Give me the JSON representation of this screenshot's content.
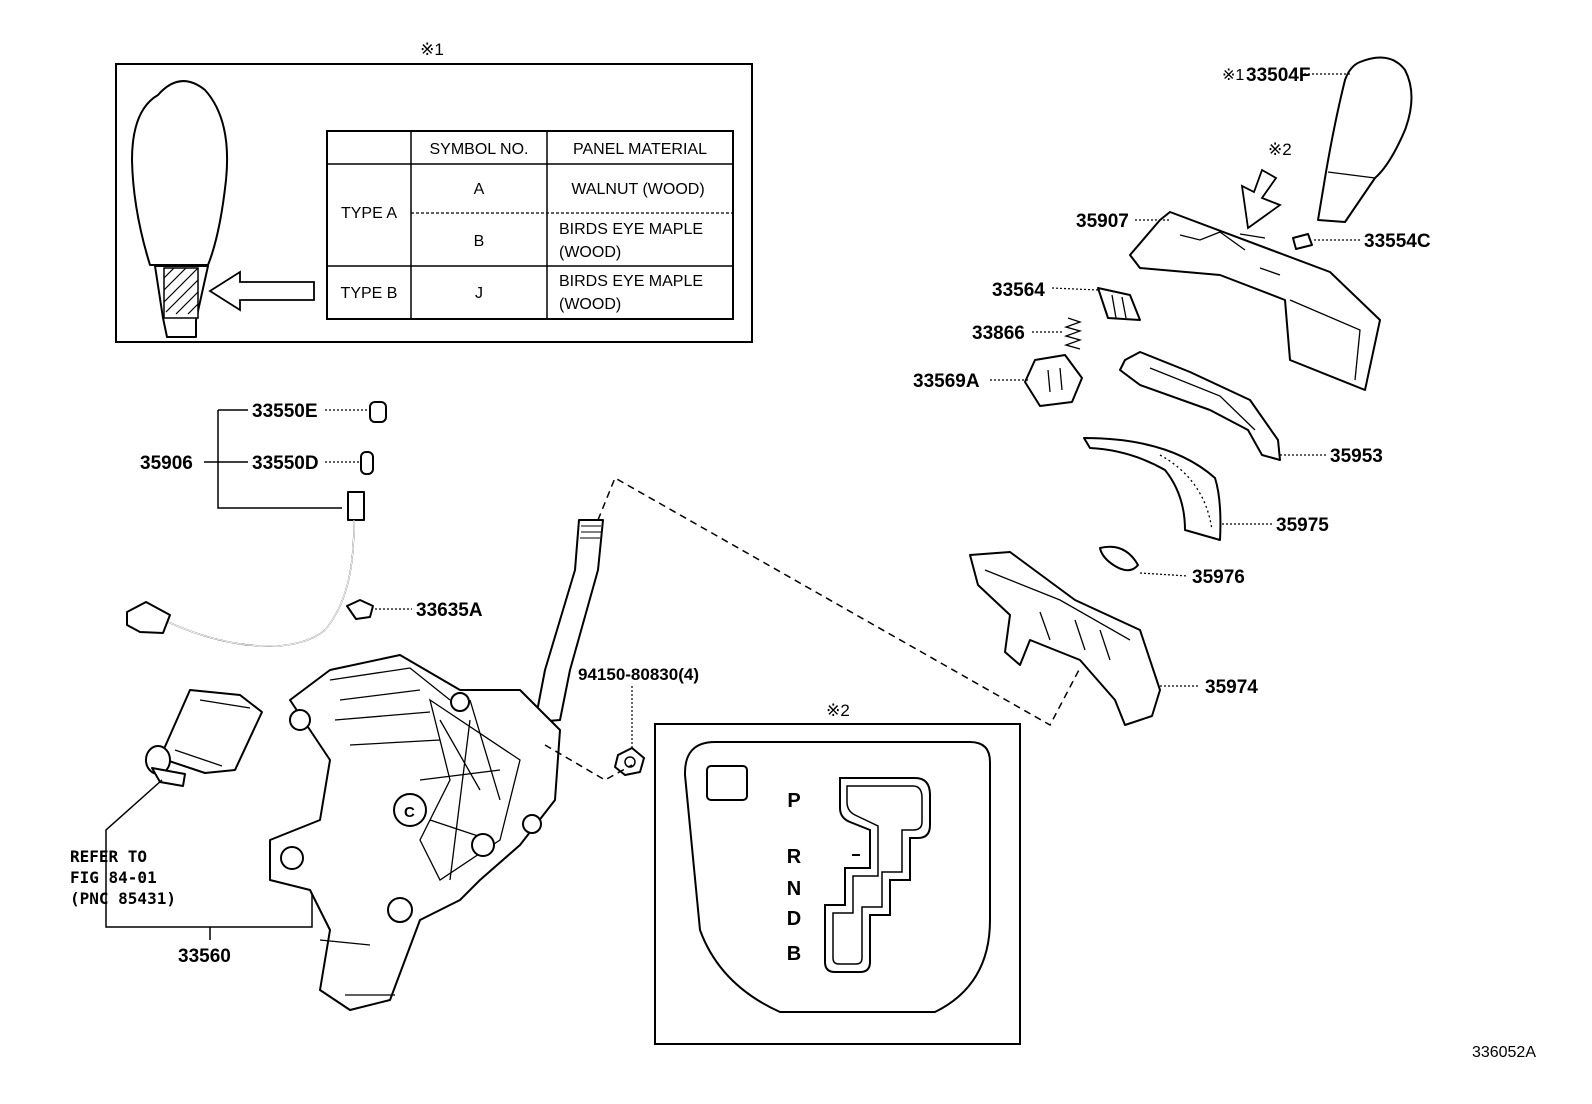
{
  "inset_refs": {
    "ref1": "※1",
    "ref2": "※2"
  },
  "material_table": {
    "headers": [
      "",
      "SYMBOL NO.",
      "PANEL MATERIAL"
    ],
    "rows": [
      {
        "type": "TYPE A",
        "symbol": "A",
        "material": "WALNUT (WOOD)"
      },
      {
        "type": "",
        "symbol": "B",
        "material_line1": "BIRDS EYE MAPLE",
        "material_line2": "(WOOD)"
      },
      {
        "type": "TYPE B",
        "symbol": "J",
        "material_line1": "BIRDS EYE MAPLE",
        "material_line2": "(WOOD)"
      }
    ]
  },
  "parts": {
    "p33504F": "33504F",
    "p35907": "35907",
    "p33554C": "33554C",
    "p33564": "33564",
    "p33866": "33866",
    "p33569A": "33569A",
    "p35953": "35953",
    "p35975": "35975",
    "p35976": "35976",
    "p35974": "35974",
    "p33550E": "33550E",
    "p35906": "35906",
    "p33550D": "33550D",
    "p33635A": "33635A",
    "p94150": "94150-80830(4)",
    "p33560": "33560"
  },
  "refer_note": {
    "line1": "REFER TO",
    "line2": "FIG 84-01",
    "line3": "(PNC 85431)"
  },
  "gate_positions": [
    "P",
    "R",
    "N",
    "D",
    "B"
  ],
  "diagram_id": "336052A"
}
